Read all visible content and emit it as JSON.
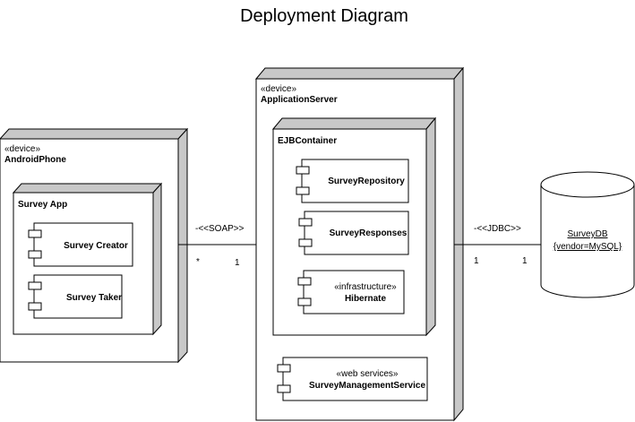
{
  "title": "Deployment Diagram",
  "nodes": {
    "android": {
      "stereotype": "«device»",
      "name": "AndroidPhone",
      "container": {
        "name": "Survey App",
        "components": [
          {
            "name": "Survey Creator",
            "stereotype": ""
          },
          {
            "name": "Survey Taker",
            "stereotype": ""
          }
        ]
      }
    },
    "server": {
      "stereotype": "«device»",
      "name": "ApplicationServer",
      "container": {
        "name": "EJBContainer",
        "components": [
          {
            "name": "SurveyRepository",
            "stereotype": ""
          },
          {
            "name": "SurveyResponses",
            "stereotype": ""
          },
          {
            "name": "Hibernate",
            "stereotype": "«infrastructure»"
          }
        ]
      },
      "service": {
        "name": "SurveyManagementService",
        "stereotype": "«web services»"
      }
    },
    "database": {
      "name": "SurveyDB",
      "tag": "{vendor=MySQL}"
    }
  },
  "links": {
    "soap": {
      "label": "-<<SOAP>>",
      "mult_left": "*",
      "mult_right": "1"
    },
    "jdbc": {
      "label": "-<<JDBC>>",
      "mult_left": "1",
      "mult_right": "1"
    }
  }
}
